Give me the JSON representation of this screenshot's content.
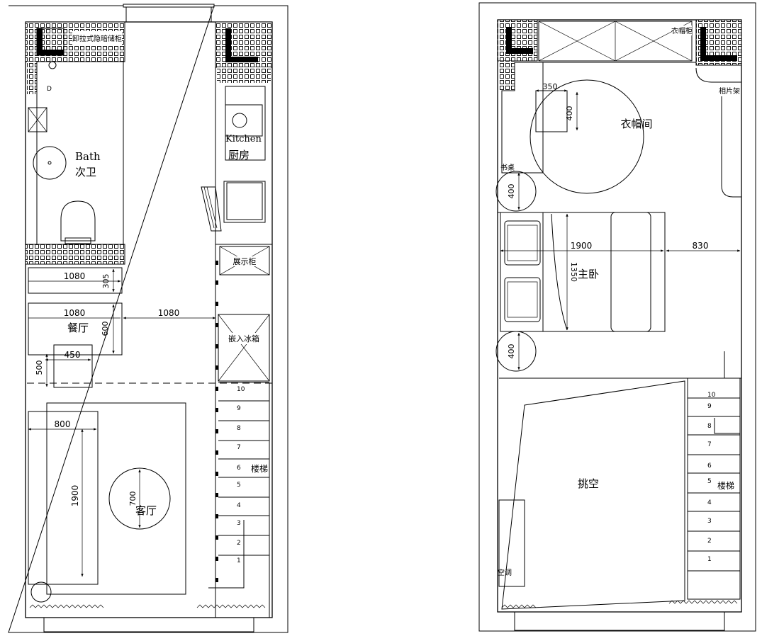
{
  "floor_1": {
    "rooms": {
      "bath_en": "Bath",
      "bath_cn": "次卫",
      "kitchen_en": "Kitchen",
      "kitchen_cn": "厨房",
      "dining": "餐厅",
      "living": "客厅",
      "stairs": "楼梯"
    },
    "fixtures": {
      "shower_cabinet": "卸拉式隐暗储柜",
      "display_cabinet": "展示柜",
      "fridge": "嵌入冰箱"
    },
    "dimensions": {
      "bench_width": "1080",
      "bench_depth": "305",
      "dining_width": "1080",
      "aisle_width": "1080",
      "dining_depth": "600",
      "table_width": "450",
      "table_offset": "500",
      "sofa_width": "800",
      "sofa_length": "1900",
      "coffee_table": "700"
    },
    "stair_steps": [
      "10",
      "9",
      "8",
      "7",
      "6",
      "5",
      "4",
      "3",
      "2",
      "1"
    ]
  },
  "floor_2": {
    "rooms": {
      "cloakroom": "衣帽间",
      "master_bedroom": "主卧",
      "void": "挑空",
      "stairs": "楼梯"
    },
    "fixtures": {
      "wardrobe": "衣帽柜",
      "photo_frame": "相片架",
      "desk": "书桌",
      "ac": "空调"
    },
    "dimensions": {
      "cloak_w": "350",
      "cloak_h": "400",
      "desk_clear": "400",
      "bed_length": "1900",
      "bed_side": "830",
      "bed_width": "1350",
      "lower_clear": "400"
    },
    "stair_steps": [
      "10",
      "9",
      "8",
      "7",
      "6",
      "5",
      "4",
      "3",
      "2",
      "1"
    ]
  }
}
